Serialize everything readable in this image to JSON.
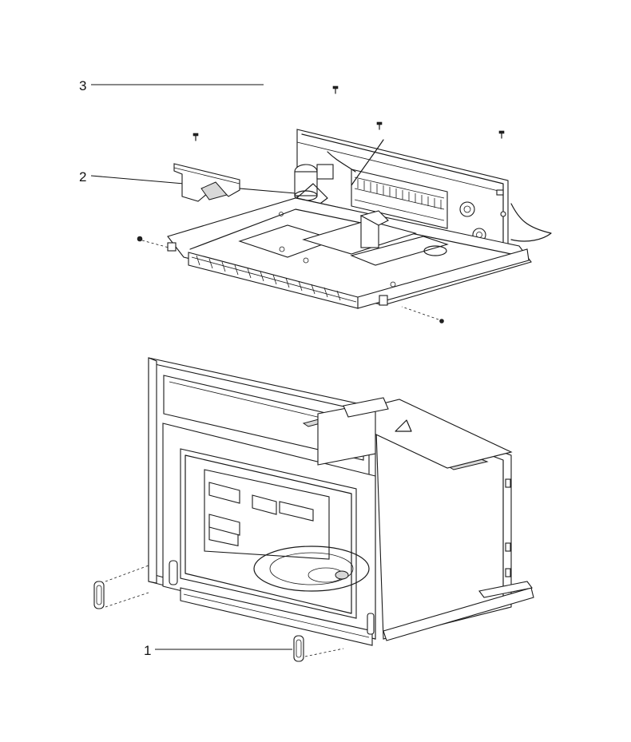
{
  "diagram": {
    "callouts": [
      {
        "id": "1",
        "label": "1"
      },
      {
        "id": "2",
        "label": "2"
      },
      {
        "id": "3",
        "label": "3"
      }
    ],
    "colors": {
      "line": "#1a1a1a",
      "background": "#ffffff"
    }
  }
}
